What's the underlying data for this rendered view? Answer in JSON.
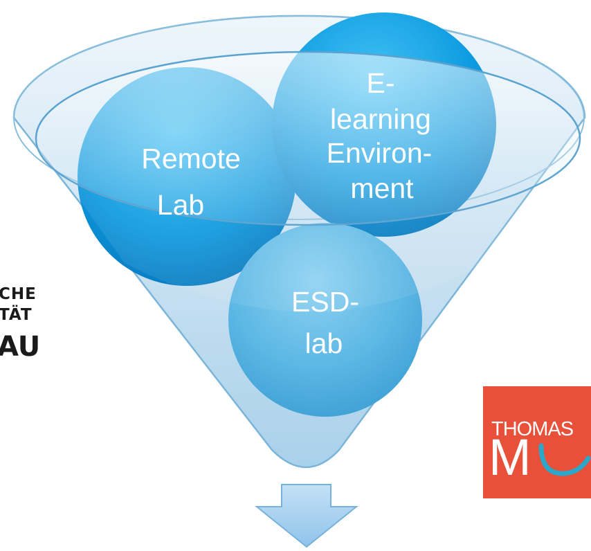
{
  "diagram": {
    "circles": [
      {
        "id": "remote-lab",
        "lines": [
          "Remote",
          "Lab"
        ]
      },
      {
        "id": "elearning",
        "lines": [
          "E-",
          "learning",
          "Environ-",
          "ment"
        ]
      },
      {
        "id": "esd-lab",
        "lines": [
          "ESD-",
          "lab"
        ]
      }
    ],
    "colors": {
      "funnel_light": "#dcecf6",
      "funnel_dark": "#8cc2e2",
      "circle_blue": "#0a99dd",
      "circle_light_blue": "#57b6e4",
      "arrow": "#a6d0ee"
    }
  },
  "logos": {
    "left": {
      "lines": [
        "CHE",
        "TÄT",
        "AU"
      ]
    },
    "right": {
      "text": "THOMAS",
      "glyph": "M",
      "color": "#e8503a"
    }
  }
}
